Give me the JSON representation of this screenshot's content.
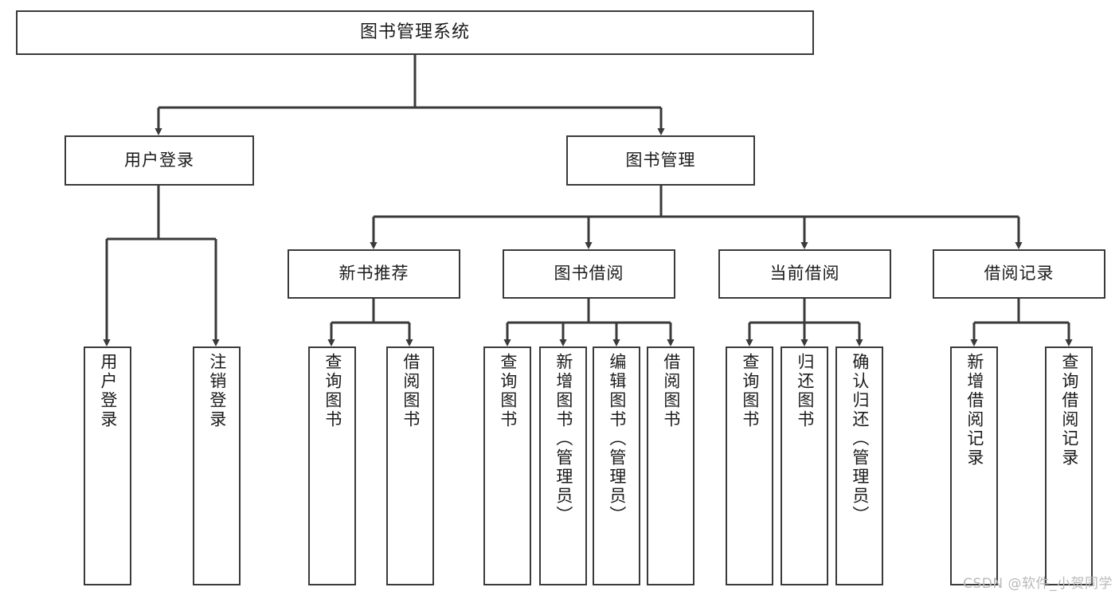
{
  "diagram": {
    "title": "图书管理系统",
    "type": "tree-hierarchy",
    "style": {
      "box_border": "#3a3a3a",
      "box_fill": "#ffffff",
      "line": "#3a3a3a",
      "text": "#1b1b1b"
    },
    "root": {
      "label": "图书管理系统"
    },
    "level1": [
      {
        "label": "用户登录"
      },
      {
        "label": "图书管理"
      }
    ],
    "level2": [
      {
        "label": "新书推荐"
      },
      {
        "label": "图书借阅"
      },
      {
        "label": "当前借阅"
      },
      {
        "label": "借阅记录"
      }
    ],
    "leaves": {
      "user_login": [
        {
          "label": "用户登录"
        },
        {
          "label": "注销登录"
        }
      ],
      "new_book_recommend": [
        {
          "label": "查询图书"
        },
        {
          "label": "借阅图书"
        }
      ],
      "book_borrow": [
        {
          "label": "查询图书"
        },
        {
          "label": "新增图书（管理员）"
        },
        {
          "label": "编辑图书（管理员）"
        },
        {
          "label": "借阅图书"
        }
      ],
      "current_borrow": [
        {
          "label": "查询图书"
        },
        {
          "label": "归还图书"
        },
        {
          "label": "确认归还（管理员）"
        }
      ],
      "borrow_record": [
        {
          "label": "新增借阅记录"
        },
        {
          "label": "查询借阅记录"
        }
      ]
    }
  },
  "watermark": {
    "text": "CSDN @软件_小贺同学"
  }
}
